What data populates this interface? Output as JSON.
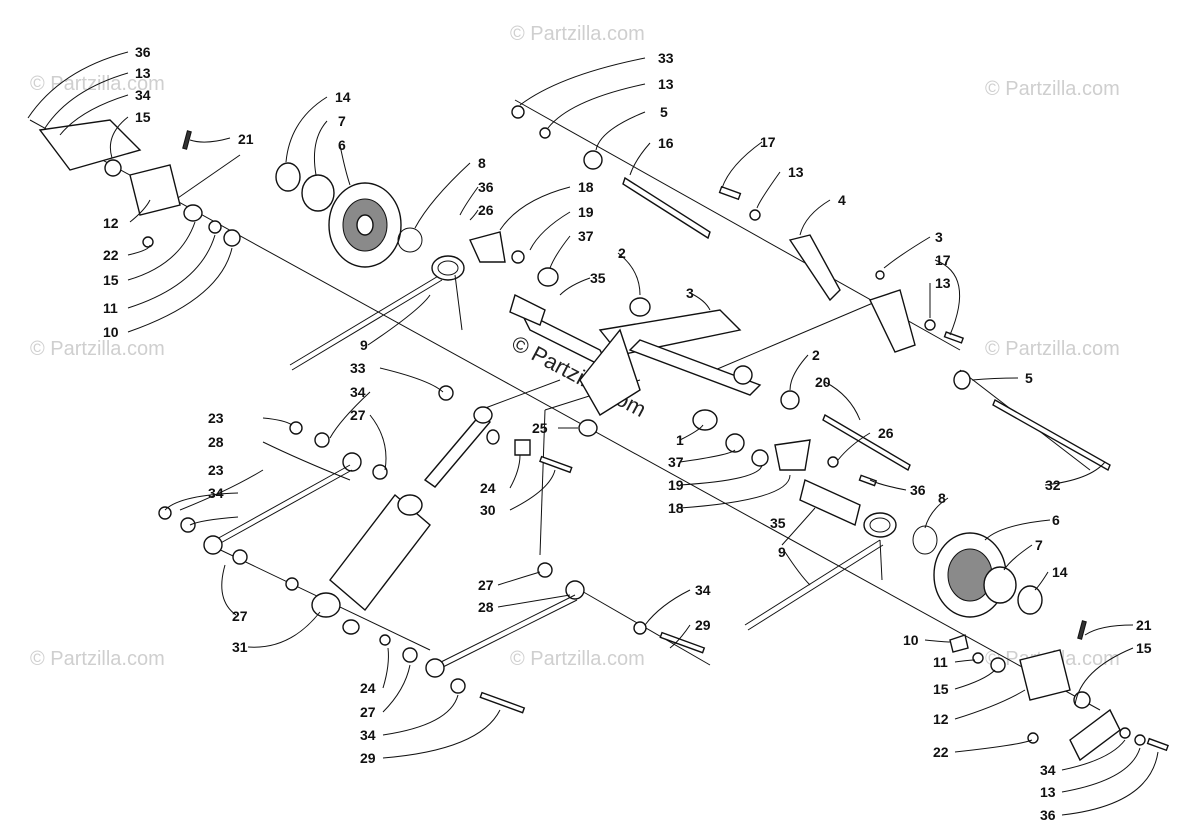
{
  "watermark": "© Partzilla.com",
  "watermark_center": "© Partzilla.com",
  "callouts": {
    "c1": "1",
    "c2a": "2",
    "c2b": "2",
    "c3a": "3",
    "c3b": "3",
    "c4": "4",
    "c5a": "5",
    "c5b": "5",
    "c6a": "6",
    "c6b": "6",
    "c7a": "7",
    "c7b": "7",
    "c8a": "8",
    "c8b": "8",
    "c9a": "9",
    "c9b": "9",
    "c10a": "10",
    "c10b": "10",
    "c11a": "11",
    "c11b": "11",
    "c12a": "12",
    "c12b": "12",
    "c13a": "13",
    "c13b": "13",
    "c13c": "13",
    "c13d": "13",
    "c13e": "13",
    "c14a": "14",
    "c14b": "14",
    "c15a": "15",
    "c15b": "15",
    "c15c": "15",
    "c15d": "15",
    "c16": "16",
    "c17a": "17",
    "c17b": "17",
    "c18a": "18",
    "c18b": "18",
    "c19a": "19",
    "c19b": "19",
    "c20": "20",
    "c21a": "21",
    "c21b": "21",
    "c22a": "22",
    "c22b": "22",
    "c23a": "23",
    "c23b": "23",
    "c24a": "24",
    "c24b": "24",
    "c25": "25",
    "c26a": "26",
    "c26b": "26",
    "c27a": "27",
    "c27b": "27",
    "c27c": "27",
    "c27d": "27",
    "c28a": "28",
    "c28b": "28",
    "c29a": "29",
    "c29b": "29",
    "c30": "30",
    "c31": "31",
    "c32": "32",
    "c33a": "33",
    "c33b": "33",
    "c34a": "34",
    "c34b": "34",
    "c34c": "34",
    "c34d": "34",
    "c34e": "34",
    "c34f": "34",
    "c35a": "35",
    "c35b": "35",
    "c36a": "36",
    "c36b": "36",
    "c36c": "36",
    "c36d": "36",
    "c37a": "37",
    "c37b": "37"
  }
}
